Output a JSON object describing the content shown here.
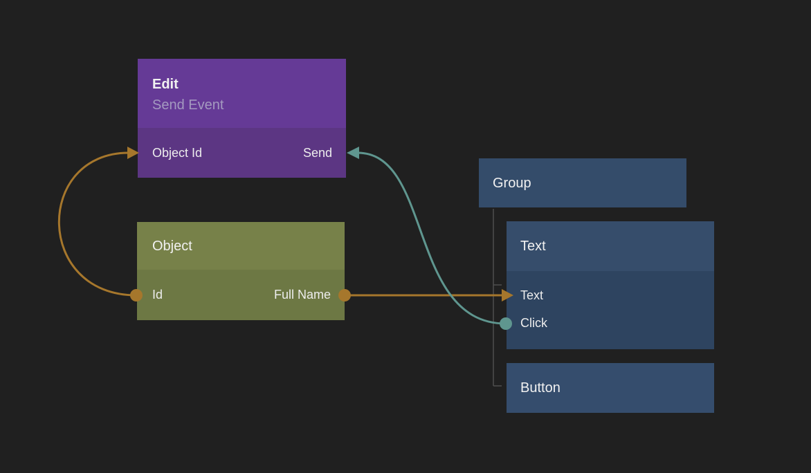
{
  "canvas": {
    "background": "#202020"
  },
  "palette": {
    "edit_header": "#653a96",
    "edit_body": "#5c3683",
    "object_header": "#778149",
    "object_body": "#6d7844",
    "group_fill": "#344c6a",
    "text_header": "#364d6b",
    "text_body": "#2e4460",
    "button_fill": "#354d6d",
    "wire_orange": "#a6772c",
    "wire_teal": "#5f968f",
    "tree_line": "#4f4f4f",
    "title_text": "#f1f1f1",
    "subtitle_text": "#a49ac0"
  },
  "nodes": {
    "edit": {
      "title": "Edit",
      "subtitle": "Send Event",
      "input_label": "Object Id",
      "output_label": "Send"
    },
    "object": {
      "title": "Object",
      "input_label": "Id",
      "output_label": "Full Name"
    },
    "group": {
      "title": "Group"
    },
    "text": {
      "title": "Text",
      "ports": [
        {
          "label": "Text"
        },
        {
          "label": "Click"
        }
      ]
    },
    "button": {
      "title": "Button"
    }
  },
  "connections": [
    {
      "from": "Object.Id",
      "to": "Edit.Object Id",
      "color": "#a6772c"
    },
    {
      "from": "Object.Full Name",
      "to": "Text.Text",
      "color": "#a6772c"
    },
    {
      "from": "Text.Click",
      "to": "Edit.Send",
      "color": "#5f968f"
    }
  ]
}
